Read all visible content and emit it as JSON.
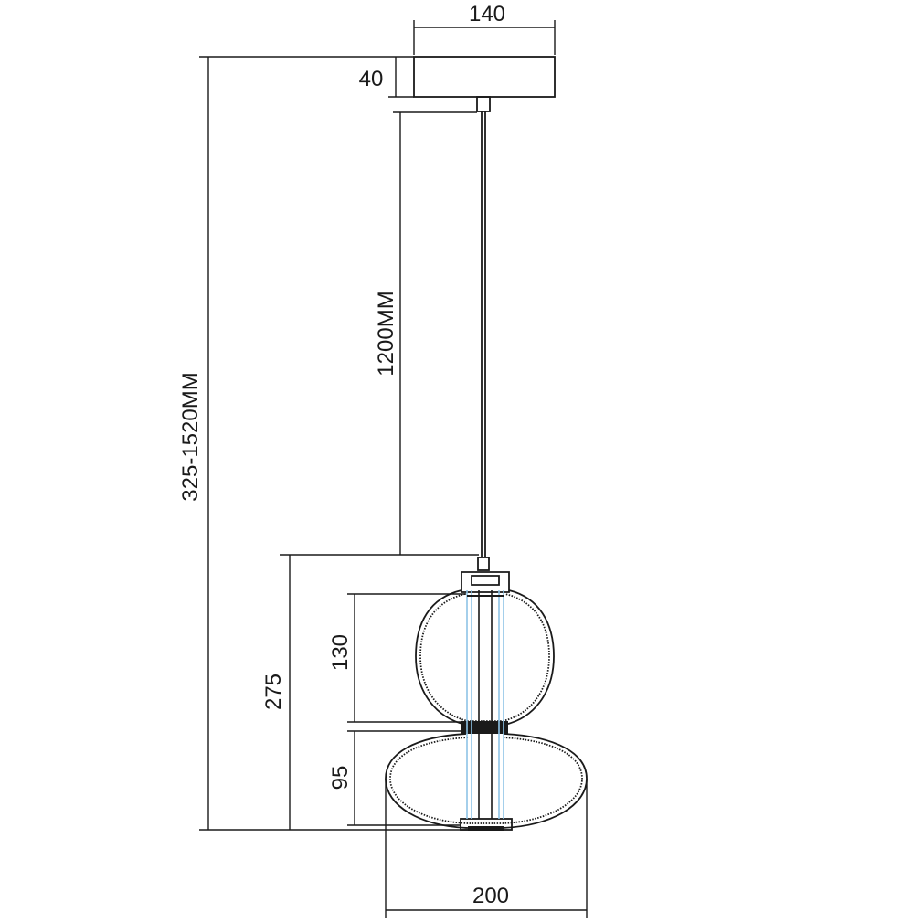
{
  "dimensions": {
    "canopy_width": "140",
    "canopy_height": "40",
    "cable_length": "1200MM",
    "overall_height": "325-1520MM",
    "shade_height": "275",
    "upper_globe_height": "130",
    "lower_globe_height": "95",
    "shade_width": "200"
  },
  "colors": {
    "line": "#1a1a1a",
    "tube": "#8ec3e6"
  }
}
